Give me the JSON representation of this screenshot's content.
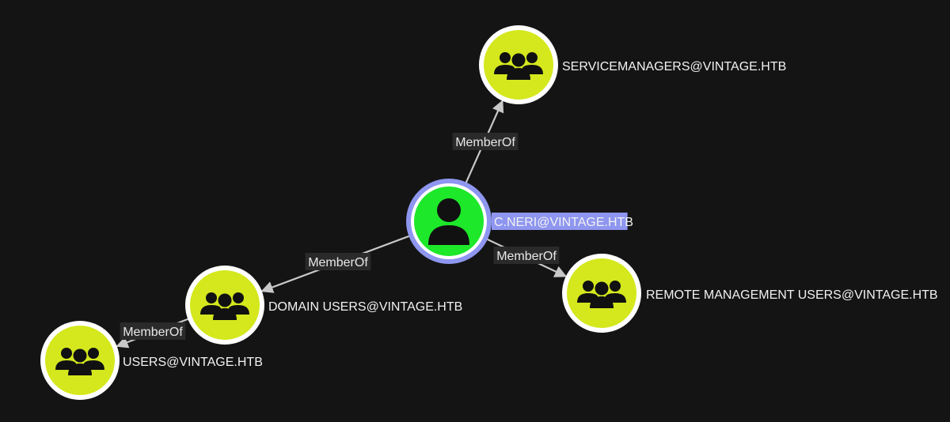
{
  "colors": {
    "background": "#141414",
    "group_node_fill": "#d4e81d",
    "user_node_fill": "#1de82a",
    "node_border": "#ffffff",
    "selected_border": "#8e96f0",
    "selected_label_bg": "#8e96f0",
    "edge": "#c8c8c8",
    "edge_label_bg": "#2a2a2a",
    "icon": "#111111"
  },
  "nodes": [
    {
      "id": "cneri",
      "label": "C.NERI@VINTAGE.HTB",
      "kind": "user",
      "icon": "user-icon",
      "selected": true
    },
    {
      "id": "servicemanagers",
      "label": "SERVICEMANAGERS@VINTAGE.HTB",
      "kind": "group",
      "icon": "group-icon",
      "selected": false
    },
    {
      "id": "remotemgmt",
      "label": "REMOTE MANAGEMENT USERS@VINTAGE.HTB",
      "kind": "group",
      "icon": "group-icon",
      "selected": false
    },
    {
      "id": "domainusers",
      "label": "DOMAIN USERS@VINTAGE.HTB",
      "kind": "group",
      "icon": "group-icon",
      "selected": false
    },
    {
      "id": "users",
      "label": "USERS@VINTAGE.HTB",
      "kind": "group",
      "icon": "group-icon",
      "selected": false
    }
  ],
  "edges": [
    {
      "source": "cneri",
      "target": "servicemanagers",
      "label": "MemberOf"
    },
    {
      "source": "cneri",
      "target": "remotemgmt",
      "label": "MemberOf"
    },
    {
      "source": "cneri",
      "target": "domainusers",
      "label": "MemberOf"
    },
    {
      "source": "domainusers",
      "target": "users",
      "label": "MemberOf"
    }
  ]
}
